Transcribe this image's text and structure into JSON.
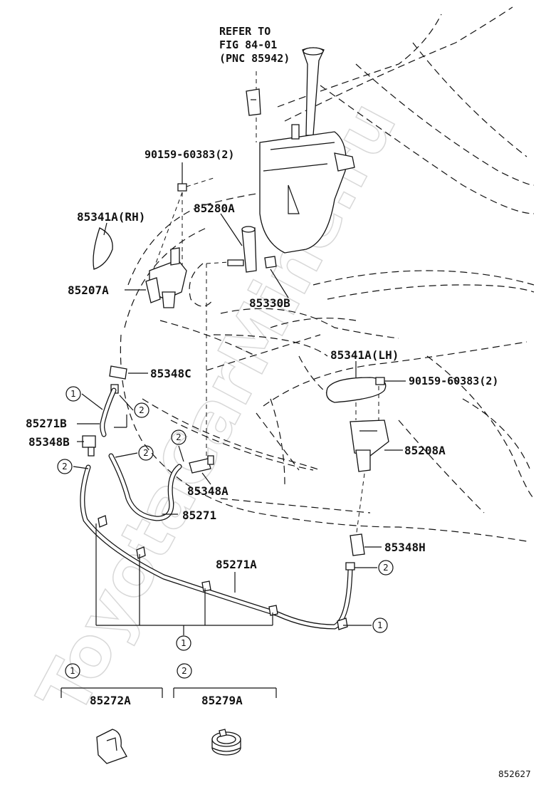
{
  "refer_note": {
    "line1": "REFER TO",
    "line2": "FIG 84-01",
    "line3": "(PNC 85942)"
  },
  "labels": {
    "bolt_top": "90159-60383(2)",
    "bolt_right": "90159-60383(2)",
    "cover_rh": "85341A(RH)",
    "cover_lh": "85341A(LH)",
    "pump": "85280A",
    "grommet": "85330B",
    "nozzle_rh": "85207A",
    "nozzle_lh": "85208A",
    "valve_c": "85348C",
    "hose_b": "85271B",
    "valve_b": "85348B",
    "valve_a": "85348A",
    "hose_85271": "85271",
    "hose_a": "85271A",
    "valve_h": "85348H",
    "clamp_1": "85272A",
    "clamp_2": "85279A"
  },
  "callouts": {
    "one": "1",
    "two": "2"
  },
  "figure_number": "852627",
  "watermark": "ToyotaCarMine.ru"
}
